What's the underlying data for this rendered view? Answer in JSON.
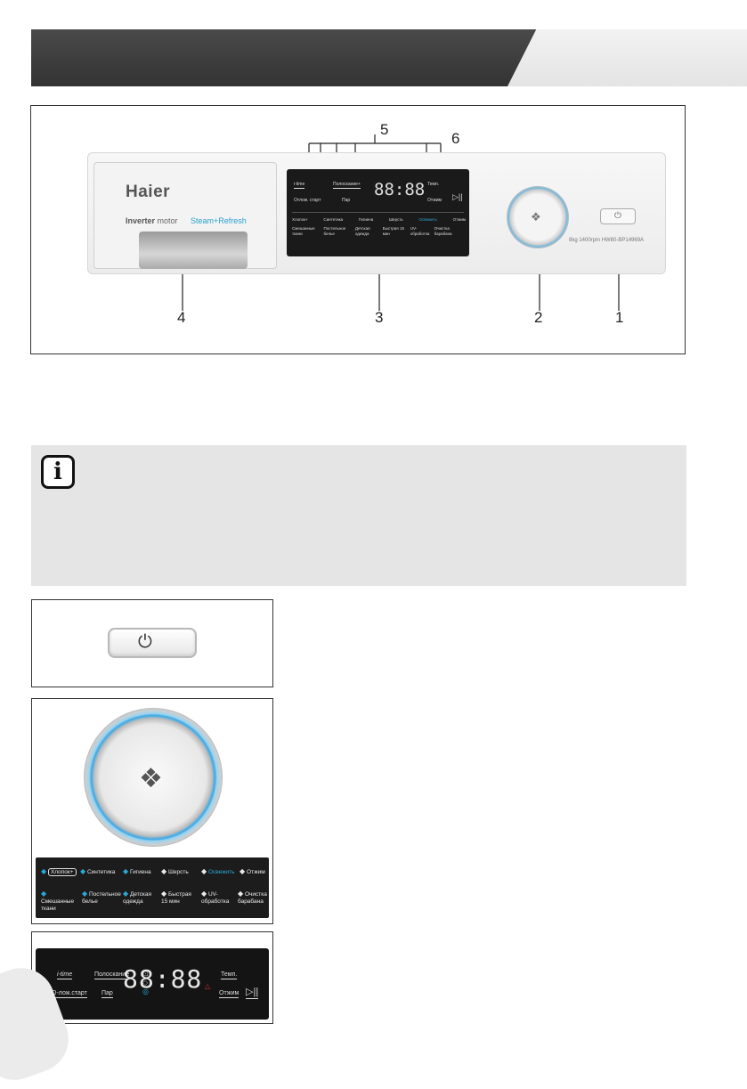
{
  "appliance": {
    "brand": "Haier",
    "inverter_label": "Inverter",
    "motor_label": "motor",
    "steam_label": "Steam+Refresh",
    "model_text": "8kg 1400rpm HW80-BP14969A"
  },
  "callouts": [
    "1",
    "2",
    "3",
    "4",
    "5",
    "6"
  ],
  "programs": {
    "row1": [
      "Хлопок+",
      "Синтетика",
      "Гигиена",
      "Шерсть",
      "Освежить",
      "Отжим"
    ],
    "row2": [
      "Смешанные ткани",
      "Постельное белье",
      "Детская одежда",
      "Быстрая 15 мин",
      "UV-обработка",
      "Очистка барабана"
    ]
  },
  "display": {
    "i_time": "i-time",
    "rinse": "Полоскание",
    "delay_start": "О-лож.старт",
    "steam": "Пар",
    "digits": "88:88",
    "temp": "Темп.",
    "spin": "Отжим",
    "play_pause": "▷||"
  },
  "panel_display_small": {
    "i_time": "i-time",
    "rinse": "Полоскание+",
    "delay_start": "Отлож. старт",
    "steam": "Пар",
    "temp": "Темп.",
    "spin": "Отжим"
  },
  "colors": {
    "accent": "#2aa7d8",
    "header": "#3b3b3b"
  },
  "icons": {
    "power": "⏻",
    "knob": "❖",
    "info": "i"
  }
}
